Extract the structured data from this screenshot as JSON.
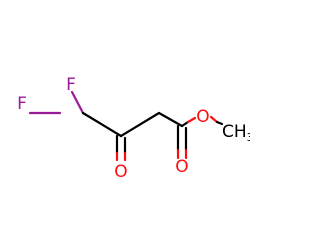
{
  "molecule": {
    "atoms": {
      "f_top": {
        "text": "F",
        "color": "#9a1a9a"
      },
      "f_left": {
        "text": "F",
        "color": "#9a1a9a"
      },
      "o_ketone": {
        "text": "O",
        "color": "#ff0d0d"
      },
      "o_carbonyl": {
        "text": "O",
        "color": "#ff0d0d"
      },
      "o_ester": {
        "text": "O",
        "color": "#ff0d0d"
      },
      "methyl": {
        "text": "CH",
        "subscript": "3",
        "color": "#000000"
      }
    }
  }
}
